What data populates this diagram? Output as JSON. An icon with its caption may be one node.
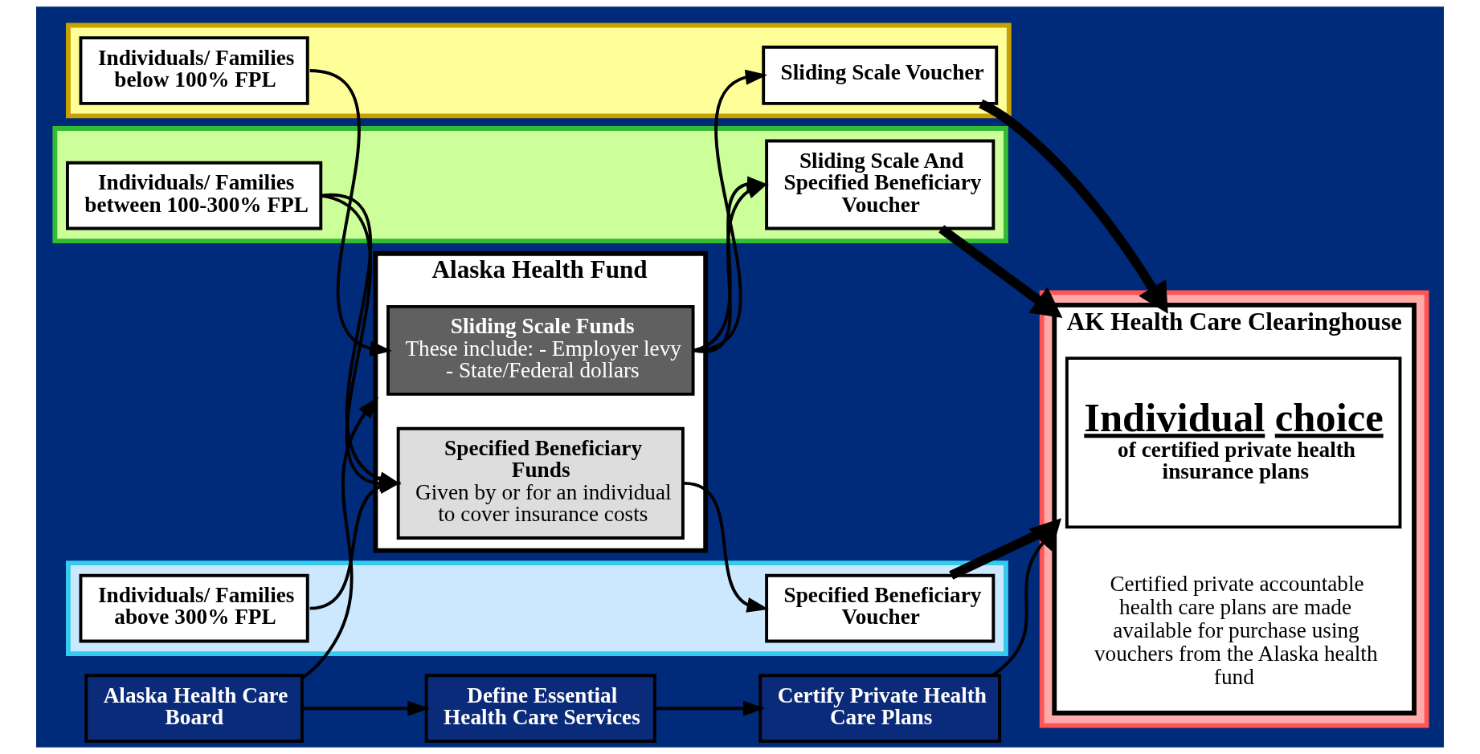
{
  "diagram": {
    "nodes": [
      {
        "text": [
          "Alaska Health Care Board"
        ]
      },
      {
        "text": [
          "Define Essential Health Care Services"
        ]
      },
      {
        "text": [
          "Certify Private Health Care Plans"
        ]
      },
      {
        "text": [],
        "shape": "box"
      },
      {
        "text": [
          "Individuals/ Families below 100% FPL"
        ],
        "in": 3
      },
      {
        "text": [
          "Alaska Health Fund"
        ]
      },
      {
        "text": [
          "Sliding Scale Funds",
          "These include: - Employer levy - State/Federal dollars"
        ],
        "in": 5
      },
      {
        "text": [
          "Specified Beneficiary Funds",
          "Given by or for an individual to cover insurance costs"
        ],
        "in": 5
      },
      {
        "text": [
          "Sliding Scale Voucher"
        ],
        "in": 3
      },
      {
        "text": [],
        "shape": "box"
      },
      {
        "text": [
          "Individuals/ Families between 100-300% FPL"
        ],
        "in": 9
      },
      {
        "text": [
          "Sliding Scale And Specified Beneficiary Voucher"
        ],
        "in": 9
      },
      {
        "text": [],
        "shape": "box"
      },
      {
        "text": [
          "Individuals/ Families above 300% FPL"
        ],
        "in": 12
      },
      {
        "text": [
          "Specified Beneficiary Voucher"
        ],
        "in": 12
      },
      {
        "text": [],
        "shape": "box"
      },
      {
        "text": [
          "AK Health Care Clearinghouse",
          "Certified private accountable health care plans are made available for purchase using vouchers from the Alaska health fund"
        ],
        "in": 15
      },
      {
        "text": [
          "Individual choice",
          "of certified private health insurance plans"
        ],
        "in": 16
      }
    ],
    "edges": [
      {
        "from": 0,
        "to": 1,
        "arrow": "to"
      },
      {
        "from": 1,
        "to": 2,
        "arrow": "to"
      },
      {
        "from": 0,
        "to": 5,
        "arrow": "to"
      },
      {
        "from": 2,
        "to": 16,
        "arrow": "to"
      },
      {
        "from": 4,
        "to": 6,
        "arrow": "to"
      },
      {
        "from": 10,
        "to": 7,
        "arrow": "to"
      },
      {
        "from": 10,
        "to": 7,
        "arrow": "to"
      },
      {
        "from": 13,
        "to": 7,
        "arrow": "to"
      },
      {
        "from": 6,
        "to": 8,
        "arrow": "to"
      },
      {
        "from": 6,
        "to": 11,
        "arrow": "to"
      },
      {
        "from": 6,
        "to": 11,
        "arrow": "to"
      },
      {
        "from": 7,
        "to": 14,
        "arrow": "to"
      },
      {
        "from": 8,
        "to": 16,
        "arrow": "to",
        "style": "thick"
      },
      {
        "from": 11,
        "to": 16,
        "arrow": "to",
        "style": "thick"
      },
      {
        "from": 14,
        "to": 16,
        "arrow": "to",
        "style": "thick"
      }
    ]
  }
}
